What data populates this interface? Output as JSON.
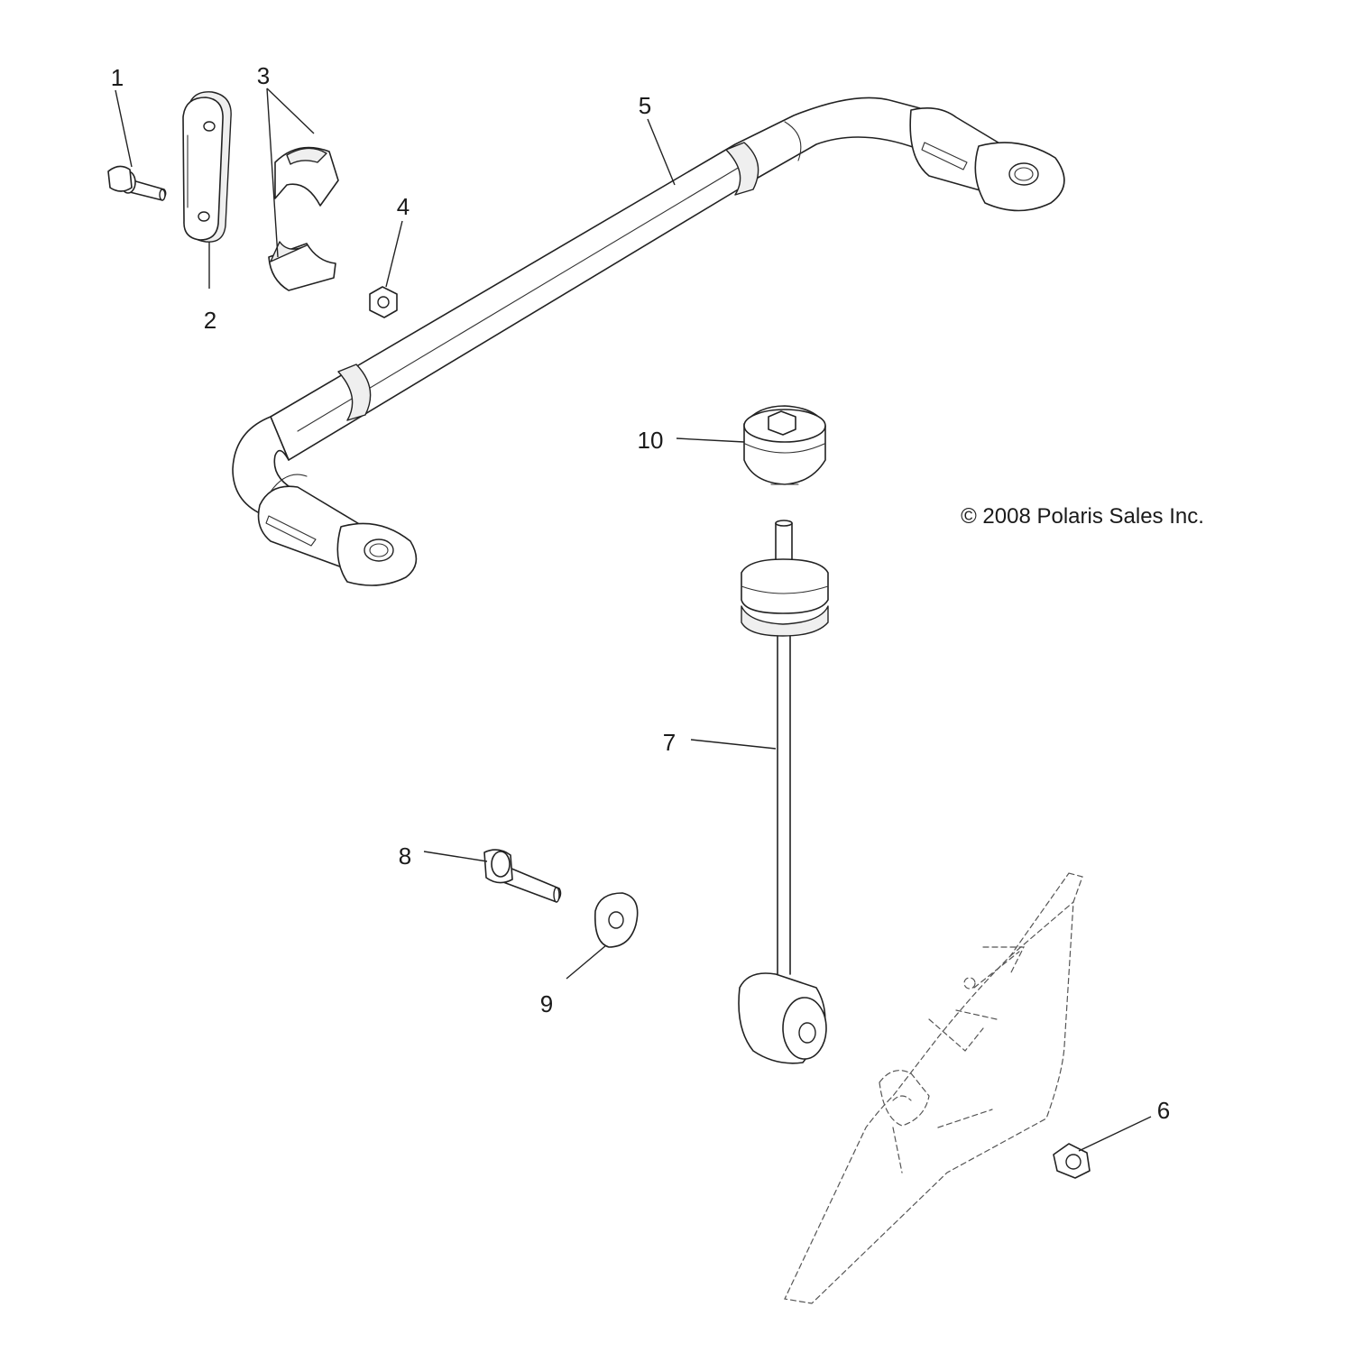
{
  "diagram": {
    "copyright": "© 2008 Polaris Sales Inc.",
    "callouts": [
      {
        "id": "1",
        "label": "1"
      },
      {
        "id": "2",
        "label": "2"
      },
      {
        "id": "3",
        "label": "3"
      },
      {
        "id": "4",
        "label": "4"
      },
      {
        "id": "5",
        "label": "5"
      },
      {
        "id": "6",
        "label": "6"
      },
      {
        "id": "7",
        "label": "7"
      },
      {
        "id": "8",
        "label": "8"
      },
      {
        "id": "9",
        "label": "9"
      },
      {
        "id": "10",
        "label": "10"
      }
    ]
  }
}
